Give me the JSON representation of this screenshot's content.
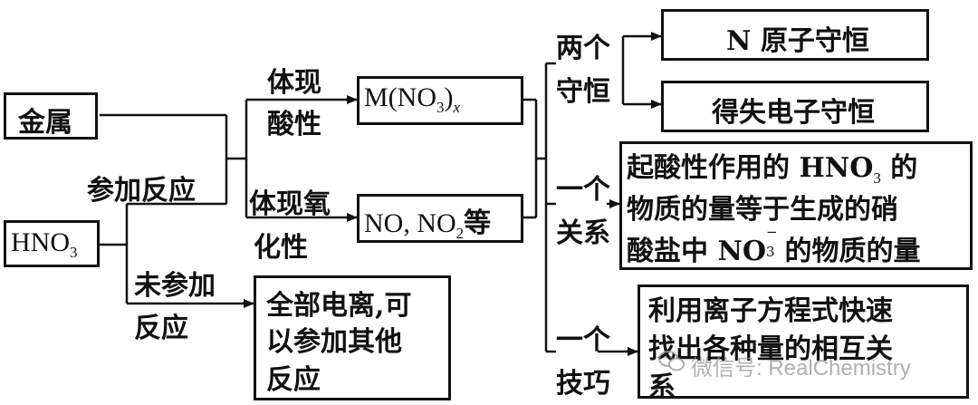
{
  "nodes": {
    "metal": "金属",
    "hno3_main": "HNO",
    "hno3_main_sub": "3",
    "participate": "参加反应",
    "not_participate_1": "未参加",
    "not_participate_2": "反应",
    "acidity_1": "体现",
    "acidity_2": "酸性",
    "oxidizing_1": "体现氧",
    "oxidizing_2": "化性",
    "salt_m": "M(NO",
    "salt_sub": "3",
    "salt_close": ")",
    "salt_x": "x",
    "no_label": "NO, NO",
    "no_sub": "2",
    "no_suffix": "等",
    "full_ion_1": "全部电离,可",
    "full_ion_2": "以参加其他",
    "full_ion_3": "反应"
  },
  "branches": {
    "two_1": "两个",
    "two_2": "守恒",
    "one_rel_1": "一个",
    "one_rel_2": "关系",
    "one_skill_1": "一个",
    "one_skill_2": "技巧"
  },
  "results": {
    "n_atom": "N 原子守恒",
    "electron": "得失电子守恒",
    "rel_line1_a": "起酸性作用的 HNO",
    "rel_line1_sub": "3",
    "rel_line1_b": " 的",
    "rel_line2": "物质的量等于生成的硝",
    "rel_line3_a": "酸盐中 NO",
    "rel_line3_sub": "3",
    "rel_line3_sup": "−",
    "rel_line3_b": " 的物质的量",
    "skill_line1": "利用离子方程式快速",
    "skill_line2": "找出各种量的相互关",
    "skill_line3": "系"
  },
  "watermark": "微信号: RealChemistry",
  "icons": {
    "watermark": "wechat-icon"
  }
}
